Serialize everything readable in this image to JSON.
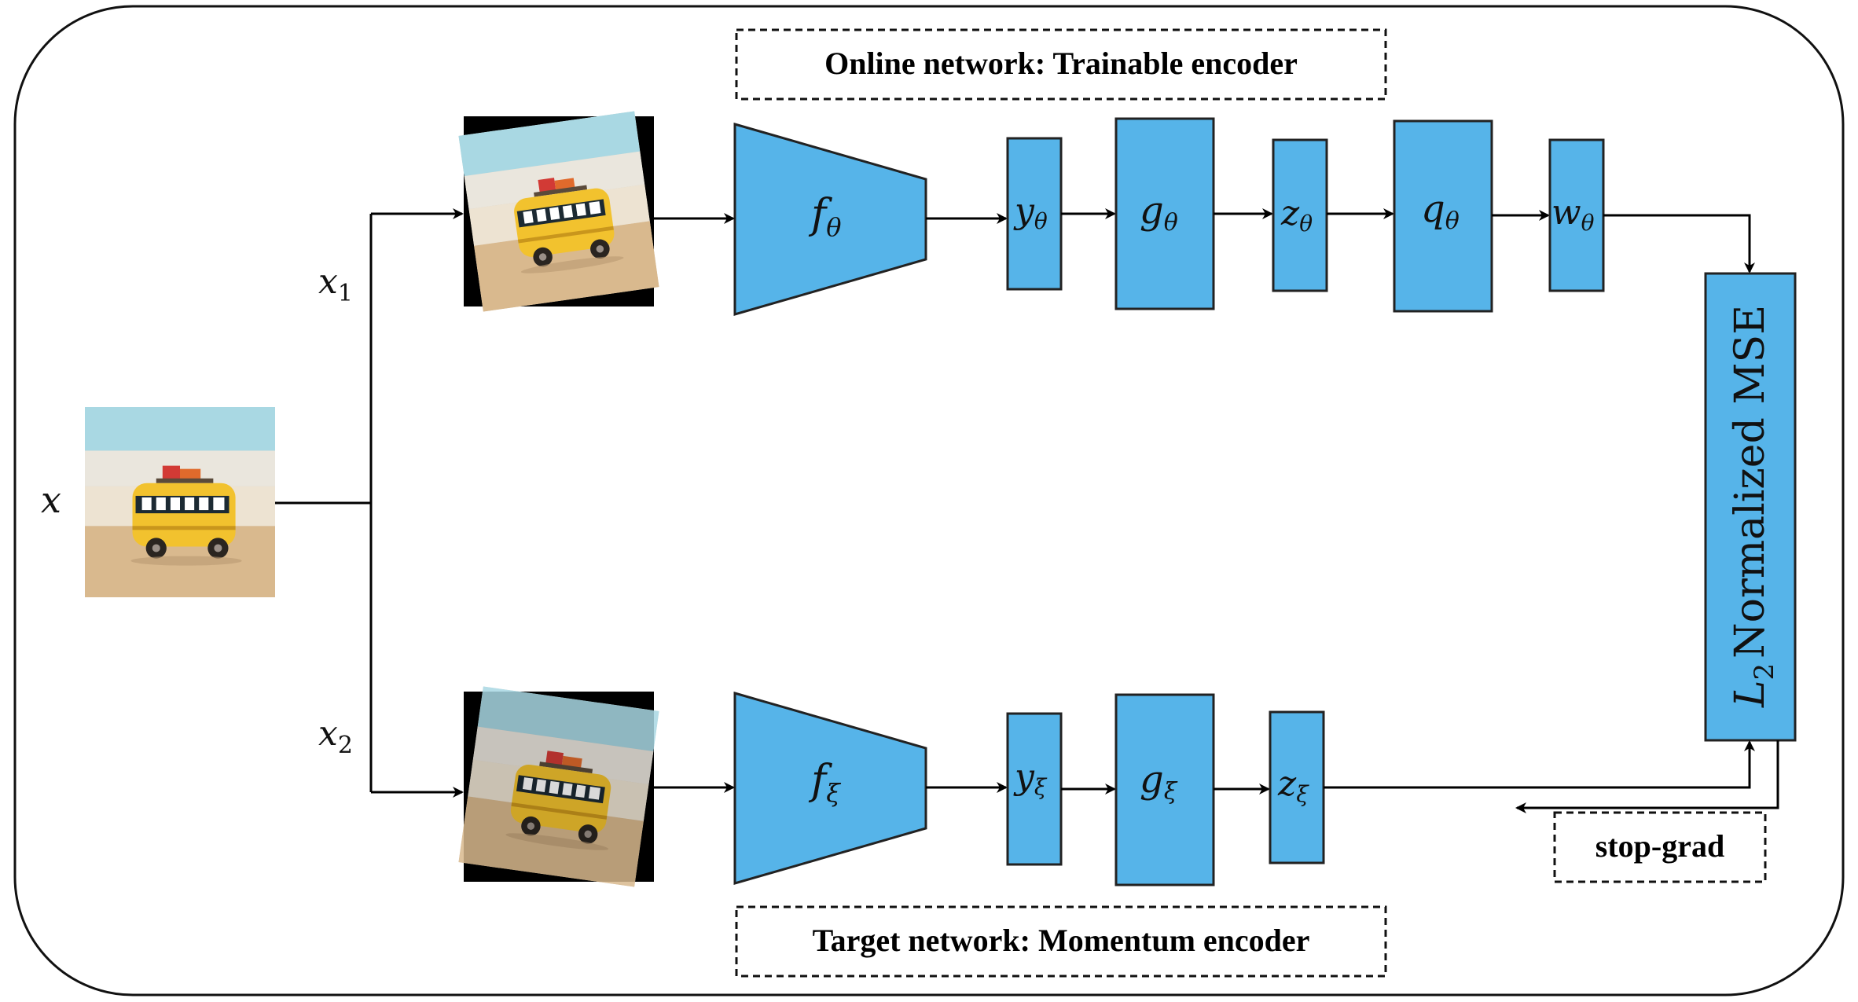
{
  "labels": {
    "online_network": "Online network: Trainable encoder",
    "target_network": "Target network: Momentum encoder",
    "stop_grad": "stop-grad",
    "loss_subscript": "2",
    "loss_text": "Normalized MSE"
  },
  "inputs": {
    "x": {
      "base": "x",
      "sub": ""
    },
    "x1": {
      "base": "x",
      "sub": "1"
    },
    "x2": {
      "base": "x",
      "sub": "2"
    }
  },
  "online": {
    "encoder": {
      "base": "f",
      "sub": "θ"
    },
    "representation": {
      "base": "y",
      "sub": "θ"
    },
    "projector": {
      "base": "g",
      "sub": "θ"
    },
    "projection": {
      "base": "z",
      "sub": "θ"
    },
    "predictor": {
      "base": "q",
      "sub": "θ"
    },
    "prediction": {
      "base": "w",
      "sub": "θ"
    }
  },
  "target": {
    "encoder": {
      "base": "f",
      "sub": "ξ"
    },
    "representation": {
      "base": "y",
      "sub": "ξ"
    },
    "projector": {
      "base": "g",
      "sub": "ξ"
    },
    "projection": {
      "base": "z",
      "sub": "ξ"
    }
  },
  "colors": {
    "block_fill": "#56b4e9",
    "bus_body": "#f2c22e",
    "sky": "#a9d8e3",
    "sand": "#d9b98e"
  }
}
